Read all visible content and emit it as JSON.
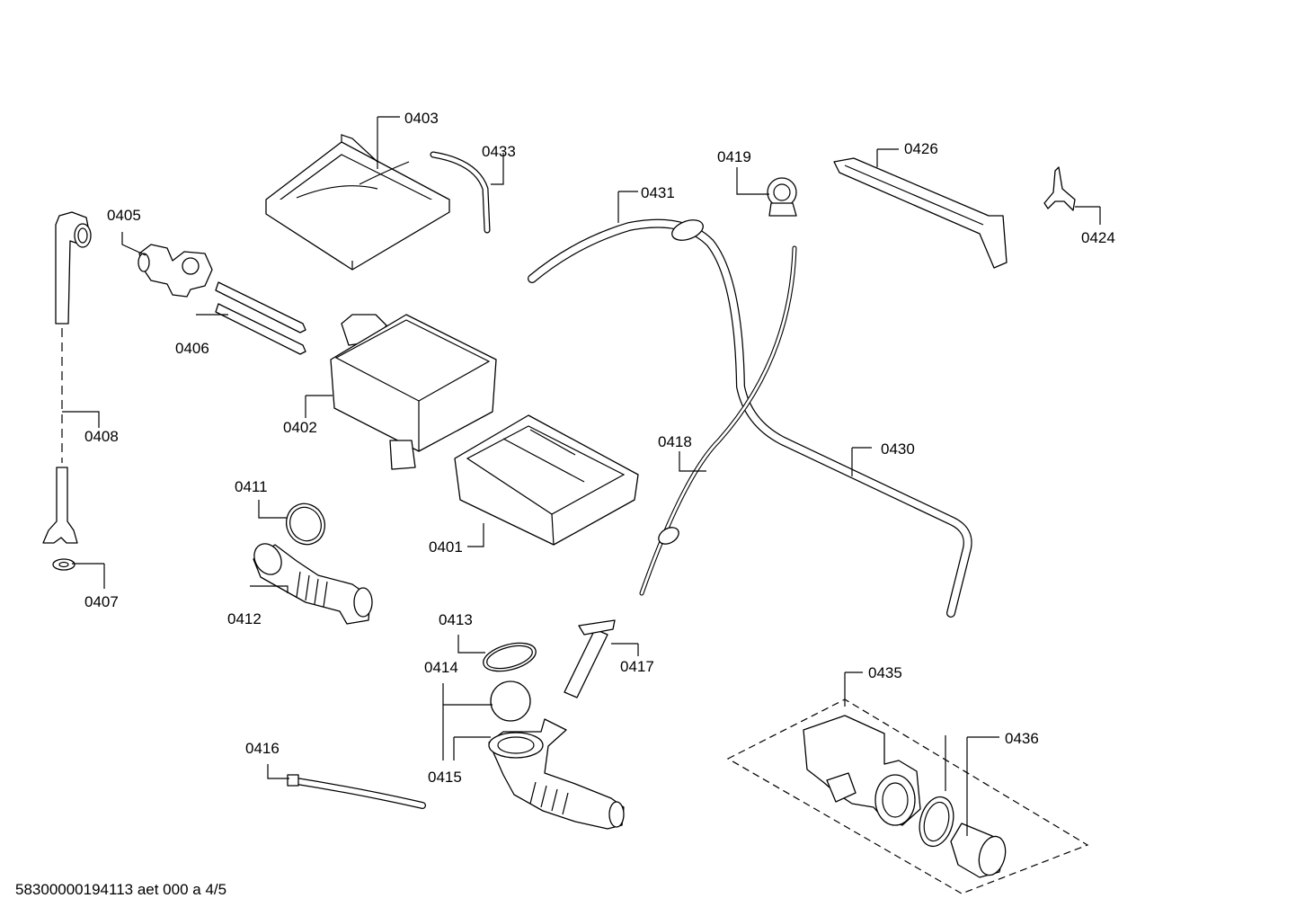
{
  "diagram": {
    "part_labels": {
      "p0401": "0401",
      "p0402": "0402",
      "p0403": "0403",
      "p0405": "0405",
      "p0406": "0406",
      "p0407": "0407",
      "p0408": "0408",
      "p0411": "0411",
      "p0412": "0412",
      "p0413": "0413",
      "p0414": "0414",
      "p0415": "0415",
      "p0416": "0416",
      "p0417": "0417",
      "p0418": "0418",
      "p0419": "0419",
      "p0424": "0424",
      "p0426": "0426",
      "p0430": "0430",
      "p0431": "0431",
      "p0433": "0433",
      "p0435": "0435",
      "p0436": "0436"
    },
    "footer": "58300000194113 aet 000 a 4/5"
  }
}
